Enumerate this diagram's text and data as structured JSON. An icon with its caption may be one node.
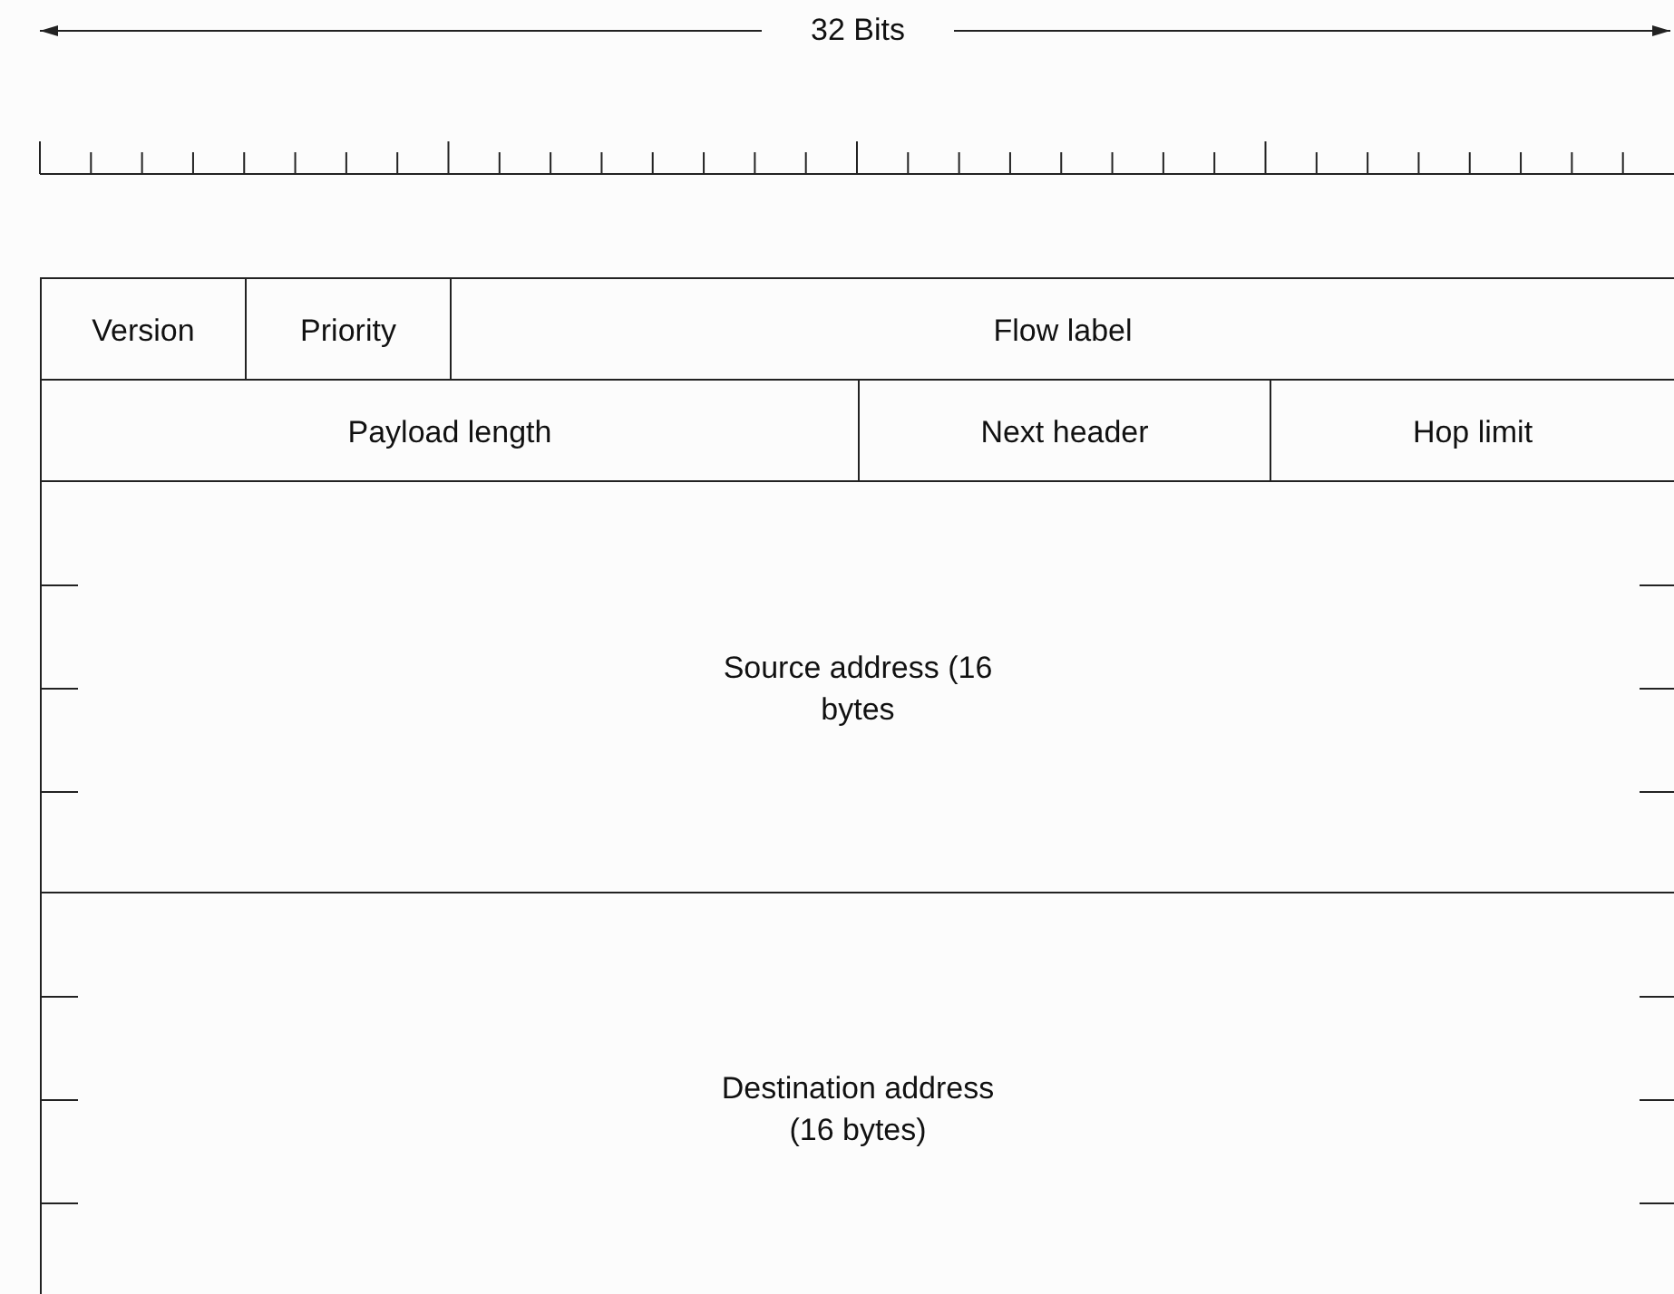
{
  "diagram": {
    "nodes": [
      {
        "text": [
          "Version"
        ]
      },
      {
        "text": [
          "Priority"
        ]
      },
      {
        "text": [
          "Flow label"
        ]
      },
      {
        "text": [
          "Payload length"
        ]
      },
      {
        "text": [
          "Next header"
        ]
      },
      {
        "text": [
          "Hop limit"
        ]
      },
      {
        "text": [
          "Source address (16 bytes"
        ]
      },
      {
        "text": [
          "Destination address (16 bytes)"
        ]
      }
    ],
    "labels": [
      "32 Bits"
    ]
  }
}
